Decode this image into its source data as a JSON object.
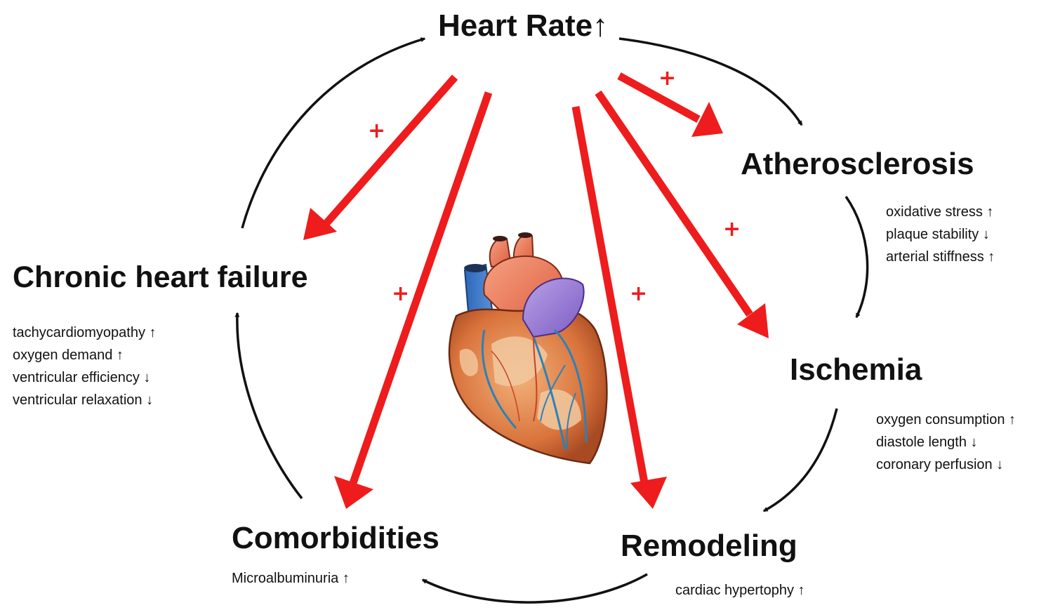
{
  "diagram": {
    "heart_rate": {
      "title": "Heart Rate↑"
    },
    "atherosclerosis": {
      "title": "Atherosclerosis",
      "effects": [
        "oxidative stress ↑",
        "plaque stability ↓",
        "arterial stiffness ↑"
      ]
    },
    "ischemia": {
      "title": "Ischemia",
      "effects": [
        "oxygen consumption ↑",
        "diastole length ↓",
        "coronary perfusion ↓"
      ]
    },
    "remodeling": {
      "title": "Remodeling",
      "effects": [
        "cardiac hypertophy ↑"
      ]
    },
    "comorbidities": {
      "title": "Comorbidities",
      "effects": [
        "Microalbuminuria ↑"
      ]
    },
    "chronic_heart_failure": {
      "title": "Chronic heart failure",
      "effects": [
        "tachycardiomyopathy ↑",
        "oxygen demand ↑",
        "ventricular efficiency ↓",
        "ventricular relaxation ↓"
      ]
    },
    "influence_marker": "+",
    "colors": {
      "influence_arrow": "#ee1c1c",
      "cycle_arrow": "#111111"
    },
    "central_image": "heart-illustration"
  }
}
